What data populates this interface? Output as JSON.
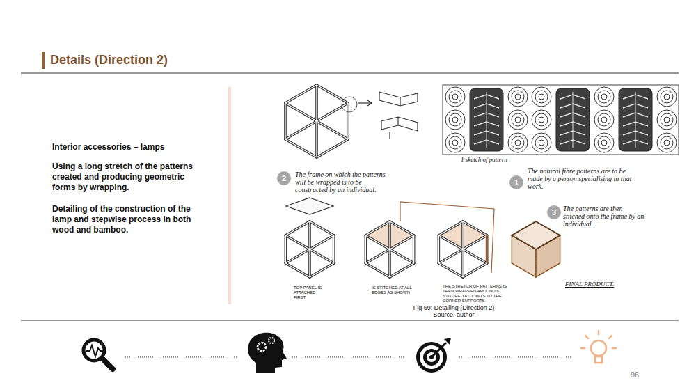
{
  "diagram": {
    "title": "Details (Direction 2)",
    "caption": "Fig 69: Detailing (Direction 2)",
    "nodes": [
      {
        "text": [
          "2"
        ]
      },
      {
        "text": [
          "1"
        ]
      },
      {
        "text": [
          "3"
        ]
      }
    ],
    "labels": [
      "Interior accessories – lamps",
      "Using a long stretch of the patterns created and producing geometric forms by wrapping.",
      "Detailing of the construction of the lamp and stepwise process in both wood and bamboo.",
      "1 sketch of pattern",
      "The frame on which the patterns will be wrapped is to be constructed by an individual.",
      "The natural fibre patterns are to be made by a person specialising in that work.",
      "The patterns are then stitched onto the frame by an individual.",
      "TOP PANEL IS ATTACHED FIRST",
      "IS STITCHED AT ALL EDGES AS SHOWN",
      "THE STRETCH OF PATTERNS IS THEN WRAPPED AROUND & STITCHED AT JOINTS TO THE CORNER SUPPORTS.",
      "FINAL PRODUCT.",
      "Source: author",
      "96"
    ]
  }
}
